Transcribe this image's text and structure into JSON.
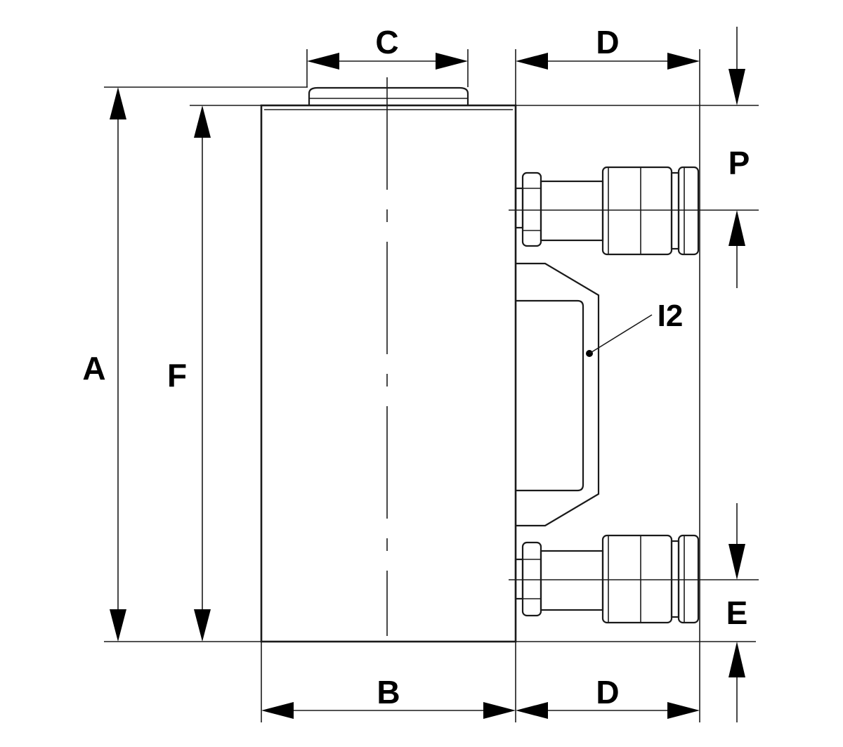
{
  "labels": {
    "A": "A",
    "B": "B",
    "C": "C",
    "D_top": "D",
    "D_bottom": "D",
    "E": "E",
    "F": "F",
    "P": "P",
    "I2": "I2"
  },
  "colors": {
    "line": "#1a1a1a",
    "background": "#ffffff"
  }
}
